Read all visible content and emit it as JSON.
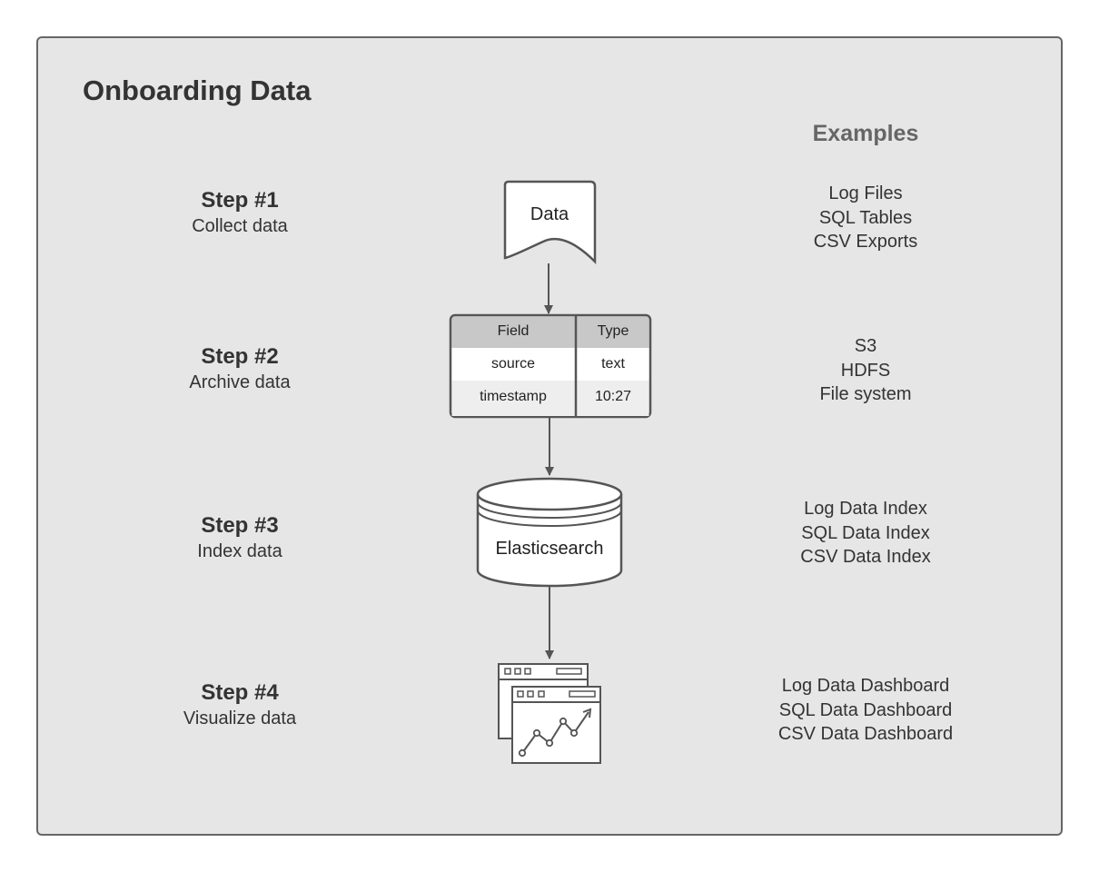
{
  "title": "Onboarding Data",
  "examples_heading": "Examples",
  "steps": [
    {
      "title": "Step #1",
      "description": "Collect data"
    },
    {
      "title": "Step #2",
      "description": "Archive data"
    },
    {
      "title": "Step #3",
      "description": "Index data"
    },
    {
      "title": "Step #4",
      "description": "Visualize data"
    }
  ],
  "nodes": {
    "document_label": "Data",
    "table": {
      "headers": [
        "Field",
        "Type"
      ],
      "rows": [
        [
          "source",
          "text"
        ],
        [
          "timestamp",
          "10:27"
        ]
      ]
    },
    "database_label": "Elasticsearch",
    "dashboard_icon": "dashboard-chart-icon"
  },
  "examples": [
    [
      "Log Files",
      "SQL Tables",
      "CSV Exports"
    ],
    [
      "S3",
      "HDFS",
      "File system"
    ],
    [
      "Log Data Index",
      "SQL Data Index",
      "CSV Data Index"
    ],
    [
      "Log Data Dashboard",
      "SQL Data Dashboard",
      "CSV Data Dashboard"
    ]
  ],
  "colors": {
    "background": "#e6e6e6",
    "border": "#666666",
    "table_header": "#c8c8c8",
    "text": "#333333"
  }
}
